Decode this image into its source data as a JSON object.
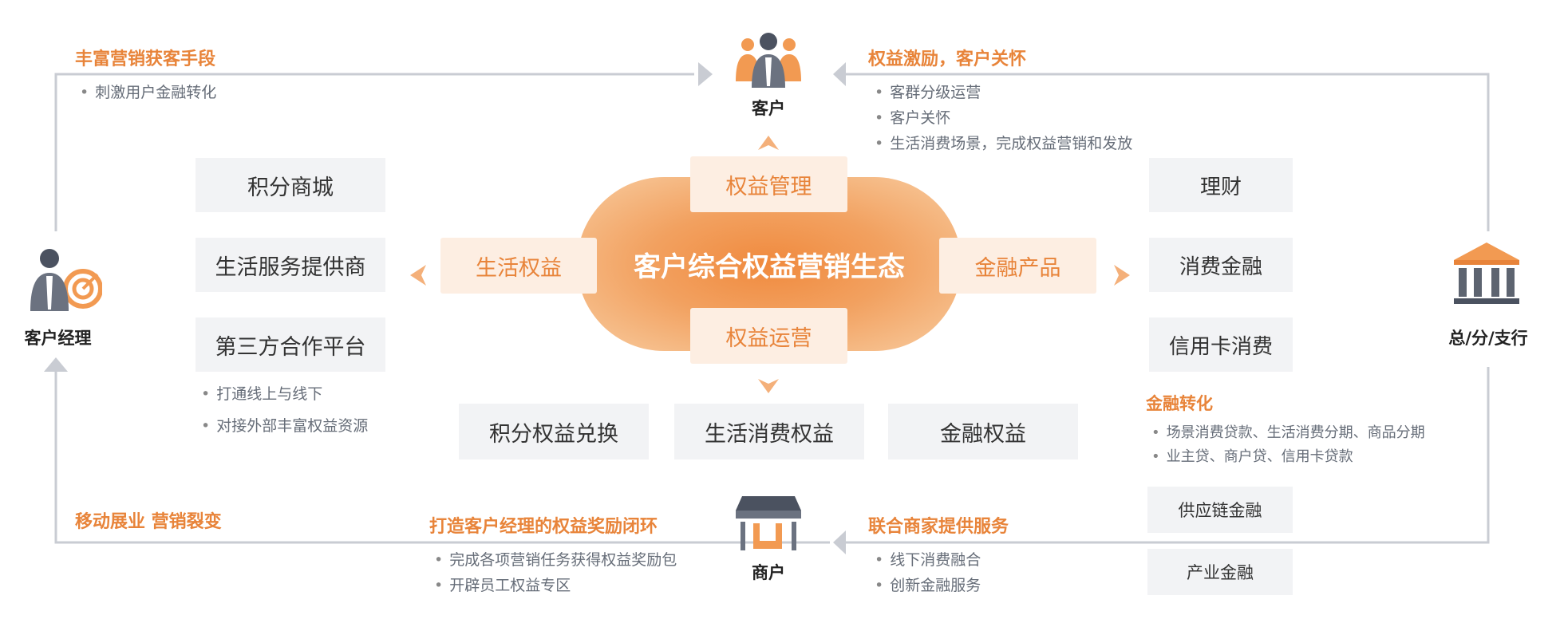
{
  "colors": {
    "accent": "#e8843a",
    "peach": "#fdeee2",
    "box_gray": "#f2f3f5",
    "line": "#c9ccd3",
    "icon_dark": "#4b5260"
  },
  "center": {
    "title": "客户综合权益营销生态"
  },
  "nodes": {
    "customer": {
      "label": "客户",
      "icon": "people-group-icon"
    },
    "manager": {
      "label": "客户经理",
      "icon": "manager-target-icon"
    },
    "bank": {
      "label": "总/分/支行",
      "icon": "bank-icon"
    },
    "merchant": {
      "label": "商户",
      "icon": "store-icon"
    }
  },
  "peach_boxes": {
    "top": "权益管理",
    "left": "生活权益",
    "right": "金融产品",
    "bottom": "权益运营"
  },
  "left_boxes": [
    "积分商城",
    "生活服务提供商",
    "第三方合作平台"
  ],
  "left_bullets": [
    "打通线上与线下",
    "对接外部丰富权益资源"
  ],
  "bottom_boxes": [
    "积分权益兑换",
    "生活消费权益",
    "金融权益"
  ],
  "right_boxes": [
    "理财",
    "消费金融",
    "信用卡消费"
  ],
  "finance_transform": {
    "title": "金融转化",
    "bullets": [
      "场景消费贷款、生活消费分期、商品分期",
      "业主贷、商户贷、信用卡贷款"
    ]
  },
  "right_lower_boxes": [
    "供应链金融",
    "产业金融"
  ],
  "top_left": {
    "title": "丰富营销获客手段",
    "bullets": [
      "刺激用户金融转化"
    ]
  },
  "top_right": {
    "title": "权益激励，客户关怀",
    "bullets": [
      "客群分级运营",
      "客户关怀",
      "生活消费场景，完成权益营销和发放"
    ]
  },
  "bottom_left": {
    "title": "移动展业 营销裂变"
  },
  "bottom_mid": {
    "title": "打造客户经理的权益奖励闭环",
    "bullets": [
      "完成各项营销任务获得权益奖励包",
      "开辟员工权益专区"
    ]
  },
  "bottom_right": {
    "title": "联合商家提供服务",
    "bullets": [
      "线下消费融合",
      "创新金融服务"
    ]
  }
}
